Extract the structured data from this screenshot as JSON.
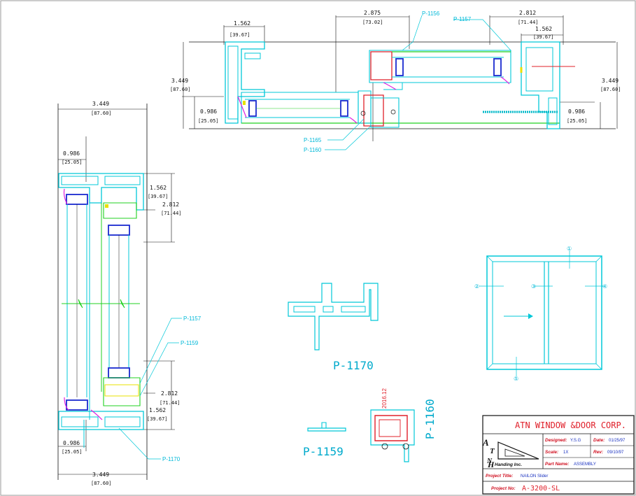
{
  "dimensions": {
    "top_1562": "1.562",
    "top_3967": "[39.67]",
    "top_2875": "2.875",
    "top_7302": "[73.02]",
    "top_2812": "2.812",
    "top_7144": "[71.44]",
    "top_r1562": "1.562",
    "top_r3967": "[39.67]",
    "top_l3449": "3.449",
    "top_l8760": "[87.60]",
    "top_r3449": "3.449",
    "top_r8760": "[87.60]",
    "top_l0986": "0.986",
    "top_l2505": "[25.05]",
    "top_r0986": "0.986",
    "top_r2505": "[25.05]",
    "side_3449": "3.449",
    "side_8760": "[87.60]",
    "side_0986": "0.986",
    "side_2505": "[25.05]",
    "side_1562": "1.562",
    "side_3967": "[39.67]",
    "side_2812": "2.812",
    "side_7144": "[71.44]",
    "side_b2812": "2.812",
    "side_b7144": "[71.44]",
    "side_b1562": "1.562",
    "side_b3967": "[39.67]",
    "side_b0986": "0.986",
    "side_b2505": "[25.05]",
    "side_b3449": "3.449",
    "side_b8760": "[87.60]"
  },
  "part_labels": {
    "p1156": "P-1156",
    "p1157_top": "P-1157",
    "p1165": "P-1165",
    "p1160_top": "P-1160",
    "p1157_side": "P-1157",
    "p1159_side": "P-1159",
    "p1170_side": "P-1170"
  },
  "profiles": {
    "p1170": "P-1170",
    "p1159": "P-1159",
    "p1160": "P-1160",
    "p1160_code": "2016.12"
  },
  "elevation_markers": [
    "①",
    "②",
    "③",
    "④",
    "⑤"
  ],
  "title_block": {
    "company": "ATN WINDOW &DOOR CORP.",
    "logo_line": "Handing Inc.",
    "designed_label": "Designed:",
    "designed_value": "Y.S.G",
    "date_label": "Date:",
    "date_value": "01/25/97",
    "scale_label": "Scale:",
    "scale_value": "1X",
    "rev_label": "Rev:",
    "rev_value": "09/10/97",
    "part_name_label": "Part Name:",
    "part_name_value": "ASSEMBLY",
    "project_title_label": "Project Title:",
    "project_title_value": "NAILON Slider",
    "project_no_label": "Project No:",
    "project_no_value": "A-3200-SL"
  },
  "colors": {
    "frame": "#00c8d8",
    "glass": "#1a2ad0",
    "green": "#20d020",
    "red": "#e0202a",
    "magenta": "#e020e0",
    "yellow": "#e8e000"
  }
}
